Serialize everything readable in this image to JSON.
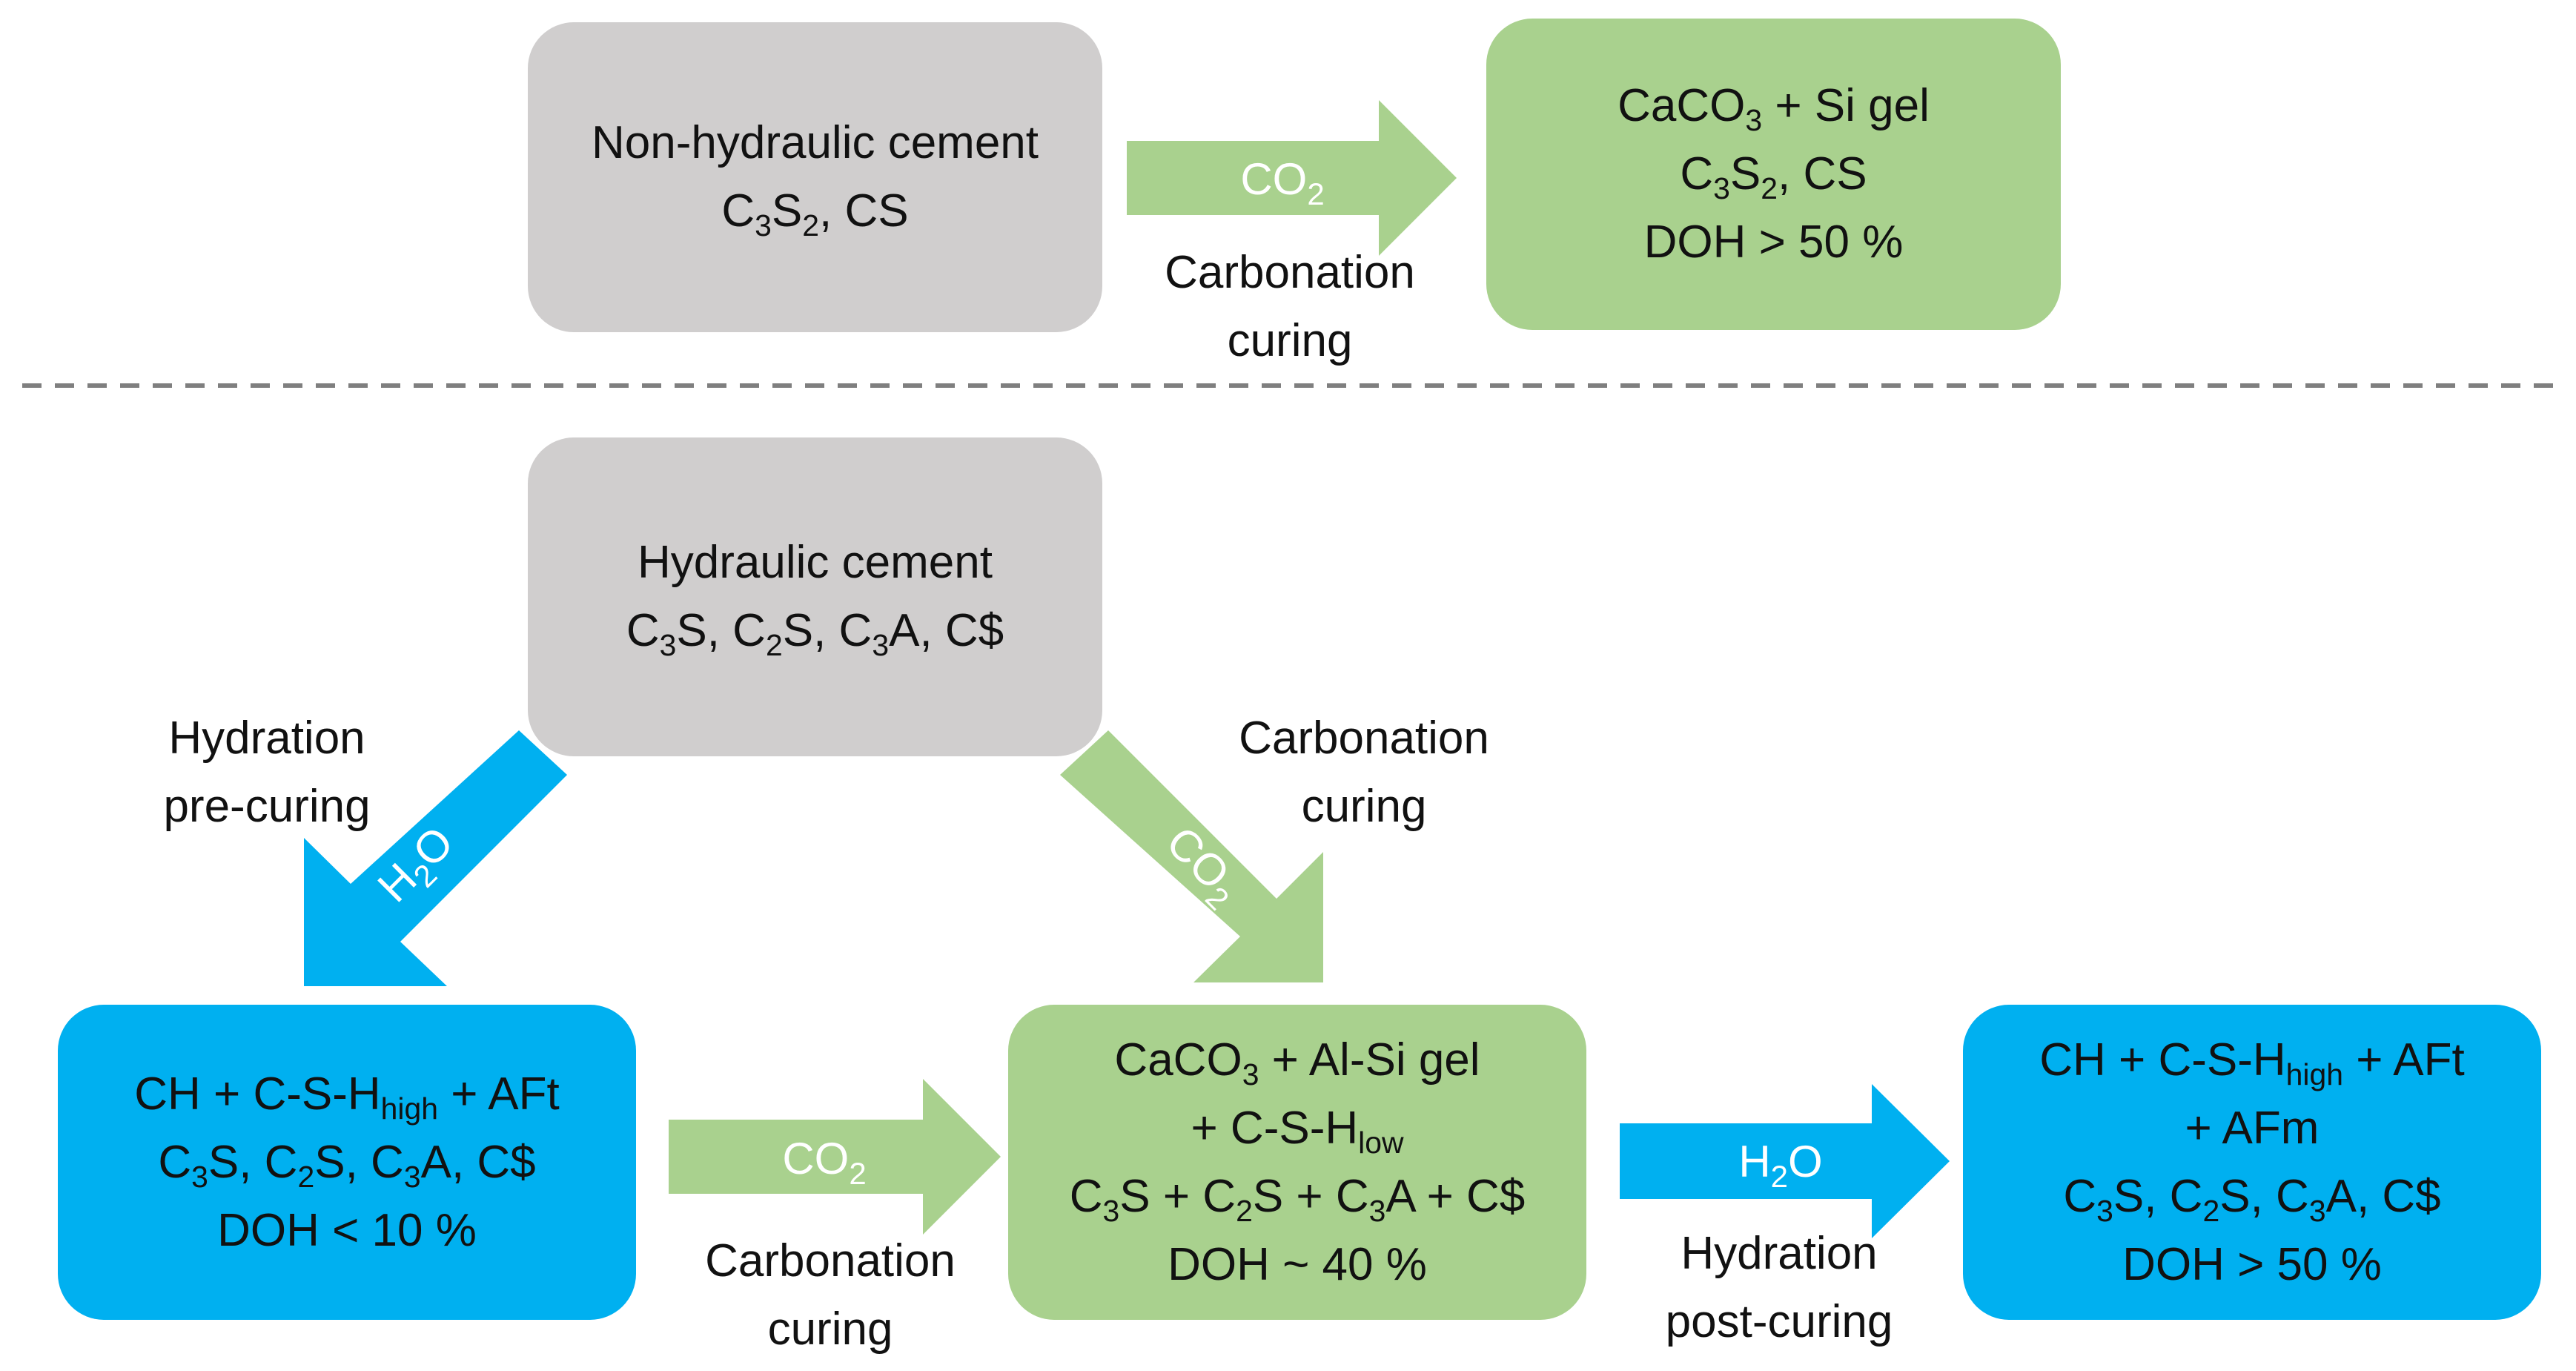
{
  "colors": {
    "grey": "#d0cece",
    "green": "#a9d18e",
    "blue": "#00b0f0",
    "dash": "#7f7f7f"
  },
  "top": {
    "source": {
      "title": "Non-hydraulic cement",
      "l2": [
        "C",
        "3",
        "S",
        "2",
        ", CS"
      ]
    },
    "arrow": {
      "chem": [
        "CO",
        "2"
      ],
      "label1": "Carbonation",
      "label2": "curing"
    },
    "result": {
      "l1": [
        "CaCO",
        "3",
        " + Si gel"
      ],
      "l2": [
        "C",
        "3",
        "S",
        "2",
        ", CS"
      ],
      "l3": "DOH > 50 %"
    }
  },
  "bottom": {
    "source": {
      "title": "Hydraulic cement",
      "l2": [
        "C",
        "3",
        "S, C",
        "2",
        "S, C",
        "3",
        "A, C$"
      ]
    },
    "hydration_pre": {
      "chem": [
        "H",
        "2",
        "O"
      ],
      "label1": "Hydration",
      "label2": "pre-curing"
    },
    "carbonation_diag": {
      "chem": [
        "CO",
        "2"
      ],
      "label1": "Carbonation",
      "label2": "curing"
    },
    "left_box": {
      "l1": [
        "CH + C-S-H",
        "high",
        " + AFt"
      ],
      "l2": [
        "C",
        "3",
        "S, C",
        "2",
        "S, C",
        "3",
        "A, C$"
      ],
      "l3": "DOH < 10 %"
    },
    "carbonation_h": {
      "chem": [
        "CO",
        "2"
      ],
      "label1": "Carbonation",
      "label2": "curing"
    },
    "mid_box": {
      "l1": [
        "CaCO",
        "3",
        " + Al-Si gel"
      ],
      "l2": [
        "+ C-S-H",
        "low"
      ],
      "l3": [
        "C",
        "3",
        "S + C",
        "2",
        "S + C",
        "3",
        "A + C$"
      ],
      "l4": "DOH ~ 40 %"
    },
    "hydration_post": {
      "chem": [
        "H",
        "2",
        "O"
      ],
      "label1": "Hydration",
      "label2": "post-curing"
    },
    "right_box": {
      "l1": [
        "CH + C-S-H",
        "high",
        " + AFt"
      ],
      "l2": "+ AFm",
      "l3": [
        "C",
        "3",
        "S, C",
        "2",
        "S, C",
        "3",
        "A, C$"
      ],
      "l4": "DOH > 50 %"
    }
  }
}
